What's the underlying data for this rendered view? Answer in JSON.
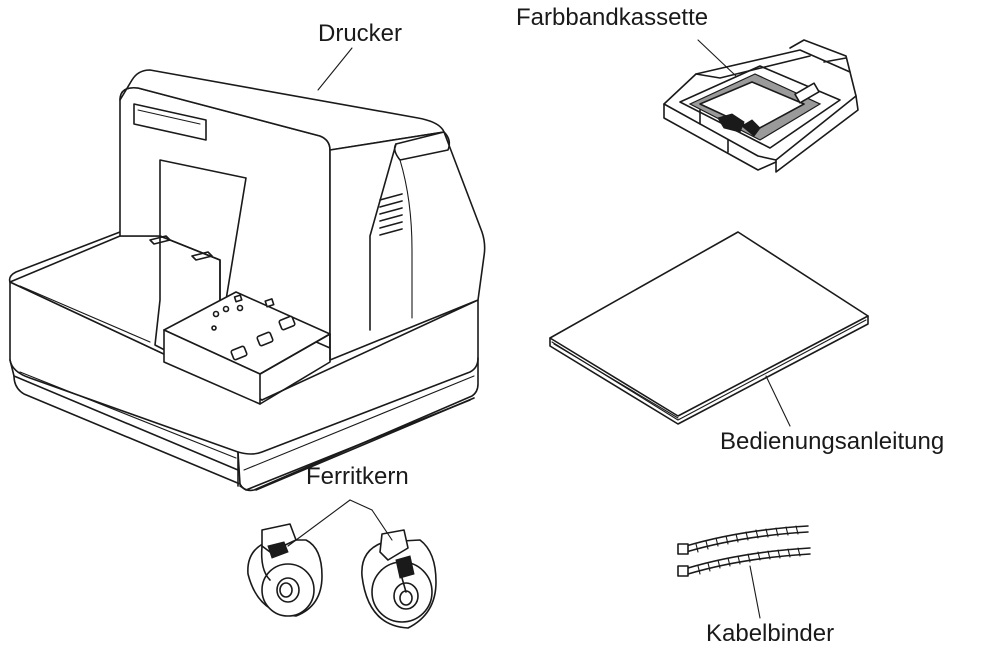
{
  "labels": {
    "printer": "Drucker",
    "ribbon": "Farbbandkassette",
    "manual": "Bedienungsanleitung",
    "ferrite": "Ferritkern",
    "cable_ties": "Kabelbinder"
  }
}
